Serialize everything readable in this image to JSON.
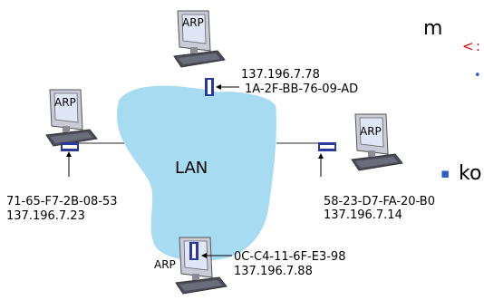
{
  "lan": {
    "label": "LAN"
  },
  "hosts": {
    "top": {
      "arp": "ARP",
      "ip": "137.196.7.78",
      "mac": "1A-2F-BB-76-09-AD"
    },
    "left": {
      "arp": "ARP",
      "mac": "71-65-F7-2B-08-53",
      "ip": "137.196.7.23"
    },
    "right": {
      "arp": "ARP",
      "mac": "58-23-D7-FA-20-B0",
      "ip": "137.196.7.14"
    },
    "bottom": {
      "arp": "ARP",
      "mac": "0C-C4-11-6F-E3-98",
      "ip": "137.196.7.88"
    }
  },
  "slide_fragments": {
    "m": "m",
    "angle": "<",
    "digit": ":",
    "dot": "•",
    "bullet": "▪",
    "ko": "ko"
  },
  "colors": {
    "lan_fill": "#a6dbf2",
    "adapter": "#2a3a9c",
    "fragment_red": "#e8000a",
    "bullet_blue": "#2a5fcc"
  }
}
